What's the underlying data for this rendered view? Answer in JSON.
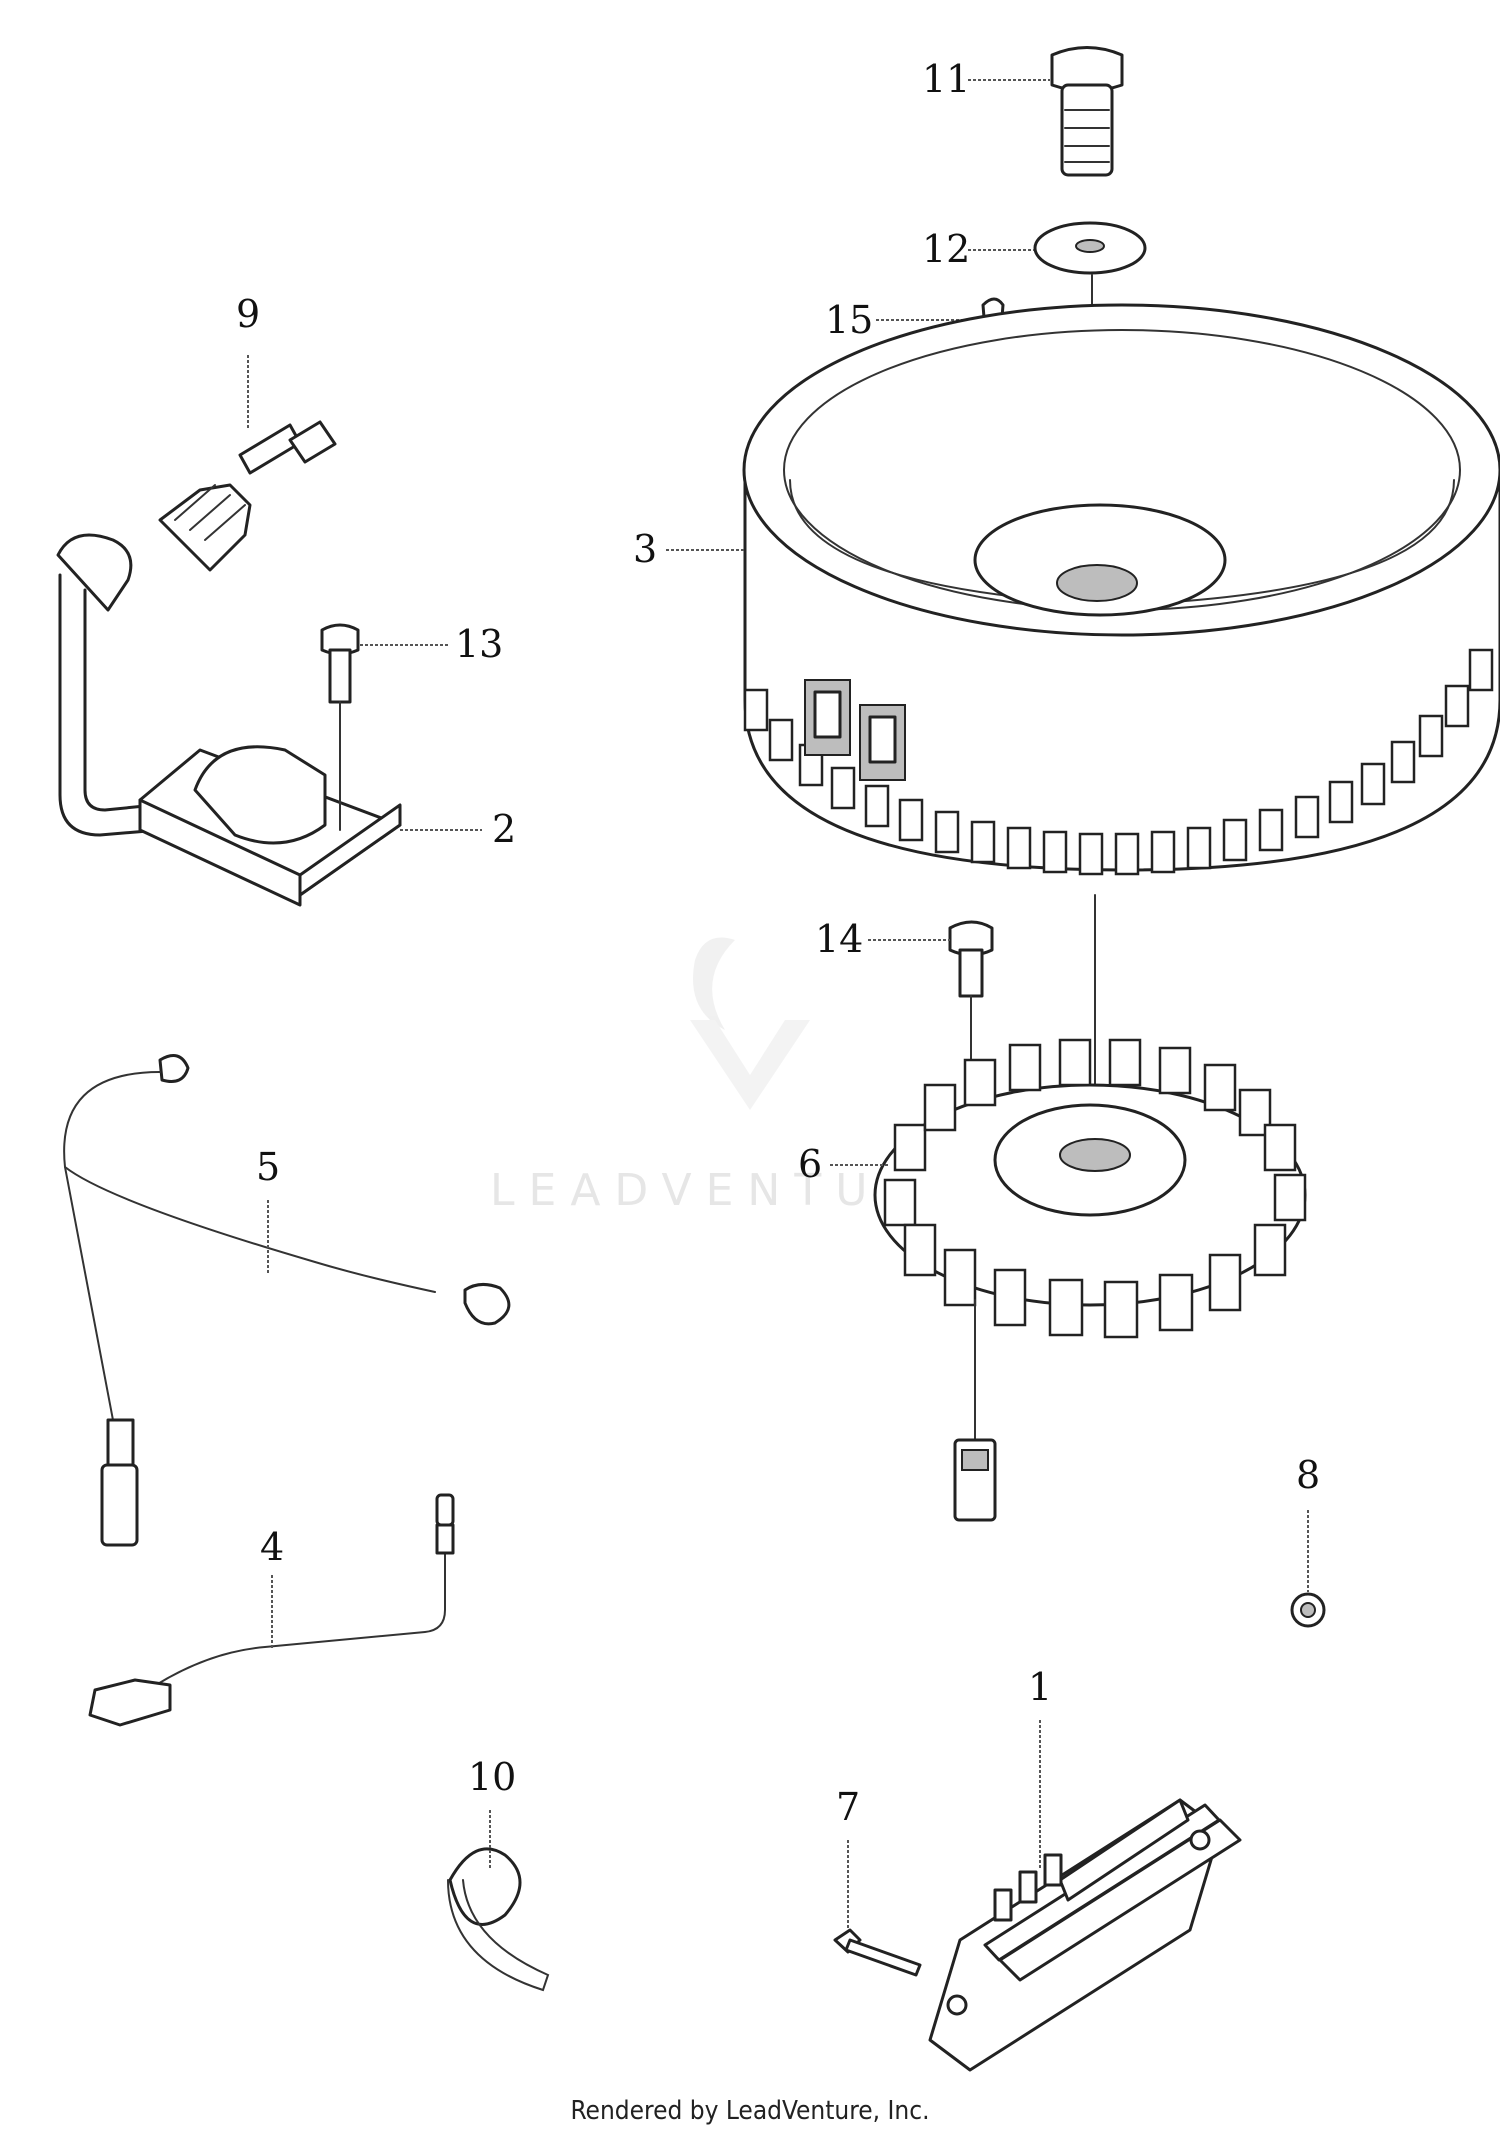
{
  "watermark": "LEADVENTU",
  "footer": "Rendered by LeadVenture, Inc.",
  "callouts": {
    "c1": "1",
    "c2": "2",
    "c3": "3",
    "c4": "4",
    "c5": "5",
    "c6": "6",
    "c7": "7",
    "c8": "8",
    "c9": "9",
    "c10": "10",
    "c11": "11",
    "c12": "12",
    "c13": "13",
    "c14": "14",
    "c15": "15"
  }
}
